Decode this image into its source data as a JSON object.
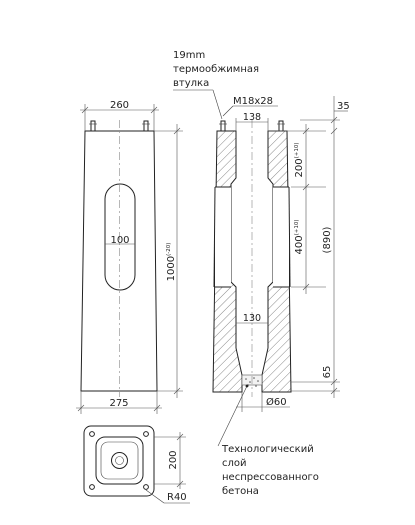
{
  "callout_top": {
    "line1": "19mm",
    "line2": "термообжимная",
    "line3": "втулка"
  },
  "callout_bottom": {
    "line1": "Технологический",
    "line2": "слой",
    "line3": "неспрессованного",
    "line4": "бетона"
  },
  "front_view": {
    "width_top": "260",
    "width_bottom": "275",
    "slot_width": "100",
    "height": "1000",
    "height_tol": "(-20)"
  },
  "section_view": {
    "thread": "M18x28",
    "top_bore": "138",
    "mid_bore": "130",
    "bottom_hole": "Ø60",
    "dim_200": "200",
    "dim_200_tol": "(+10)",
    "dim_400": "400",
    "dim_400_tol": "(+10)",
    "dim_890": "(890)",
    "dim_35": "35",
    "dim_65": "65"
  },
  "plan_view": {
    "height": "200",
    "radius": "R40"
  }
}
